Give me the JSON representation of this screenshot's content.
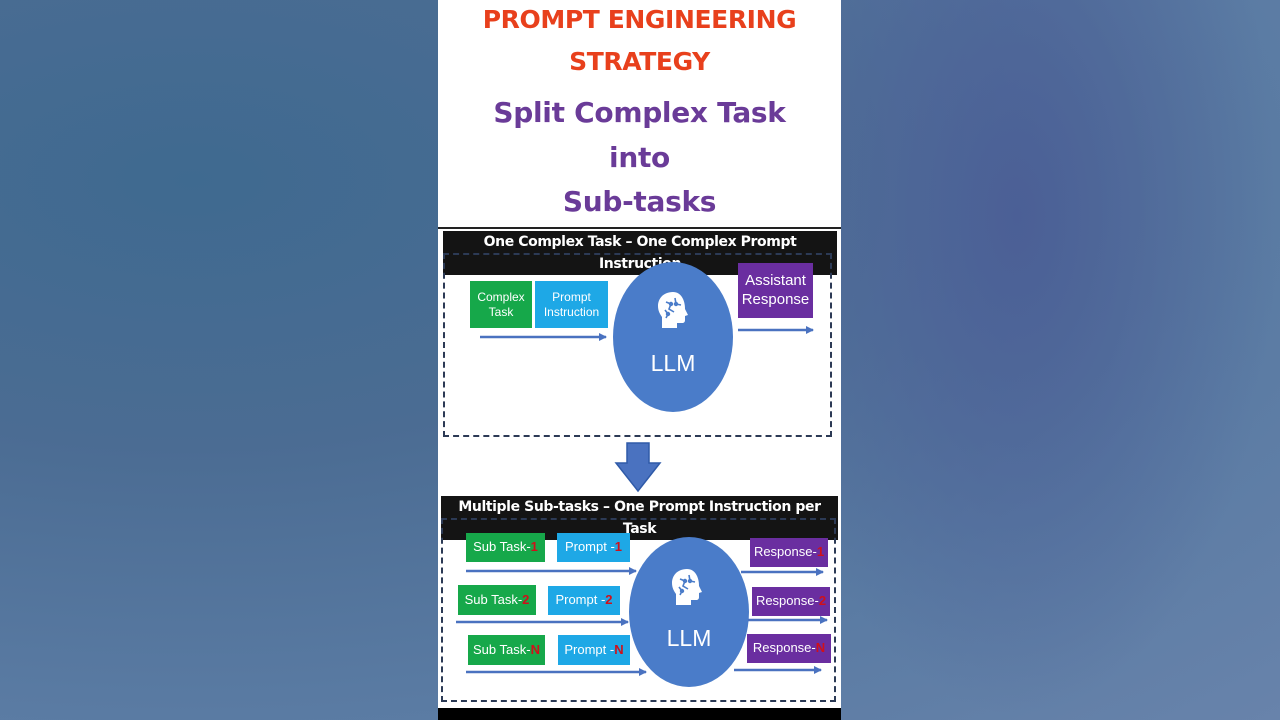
{
  "title": {
    "line1": "PROMPT ENGINEERING",
    "line2": "STRATEGY",
    "sub1": "Split Complex Task",
    "sub2": "into",
    "sub3": "Sub-tasks"
  },
  "panel1": {
    "header": "One Complex Task – One Complex Prompt Instruction",
    "complex_task_l1": "Complex",
    "complex_task_l2": "Task",
    "prompt_l1": "Prompt",
    "prompt_l2": "Instruction",
    "llm": "LLM",
    "response_l1": "Assistant",
    "response_l2": "Response"
  },
  "panel2": {
    "header": "Multiple Sub-tasks – One Prompt Instruction per Task",
    "llm": "LLM",
    "rows": [
      {
        "task": "Sub Task-",
        "task_num": "1",
        "prompt": "Prompt -",
        "prompt_num": "1",
        "response": "Response-",
        "response_num": "1"
      },
      {
        "task": "Sub Task-",
        "task_num": "2",
        "prompt": "Prompt -",
        "prompt_num": "2",
        "response": "Response-",
        "response_num": "2"
      },
      {
        "task": "Sub Task-",
        "task_num": "N",
        "prompt": "Prompt -",
        "prompt_num": "N",
        "response": "Response-",
        "response_num": "N"
      }
    ]
  },
  "colors": {
    "title_red": "#e8401c",
    "title_purple": "#6a3b98",
    "task_green": "#16a84a",
    "prompt_cyan": "#1ea8e6",
    "response_purple": "#6a2ea0",
    "llm_blue": "#4a7cc9",
    "arrow_blue": "#4a72c0"
  },
  "icons": [
    "brain-head-icon",
    "down-arrow-icon"
  ]
}
